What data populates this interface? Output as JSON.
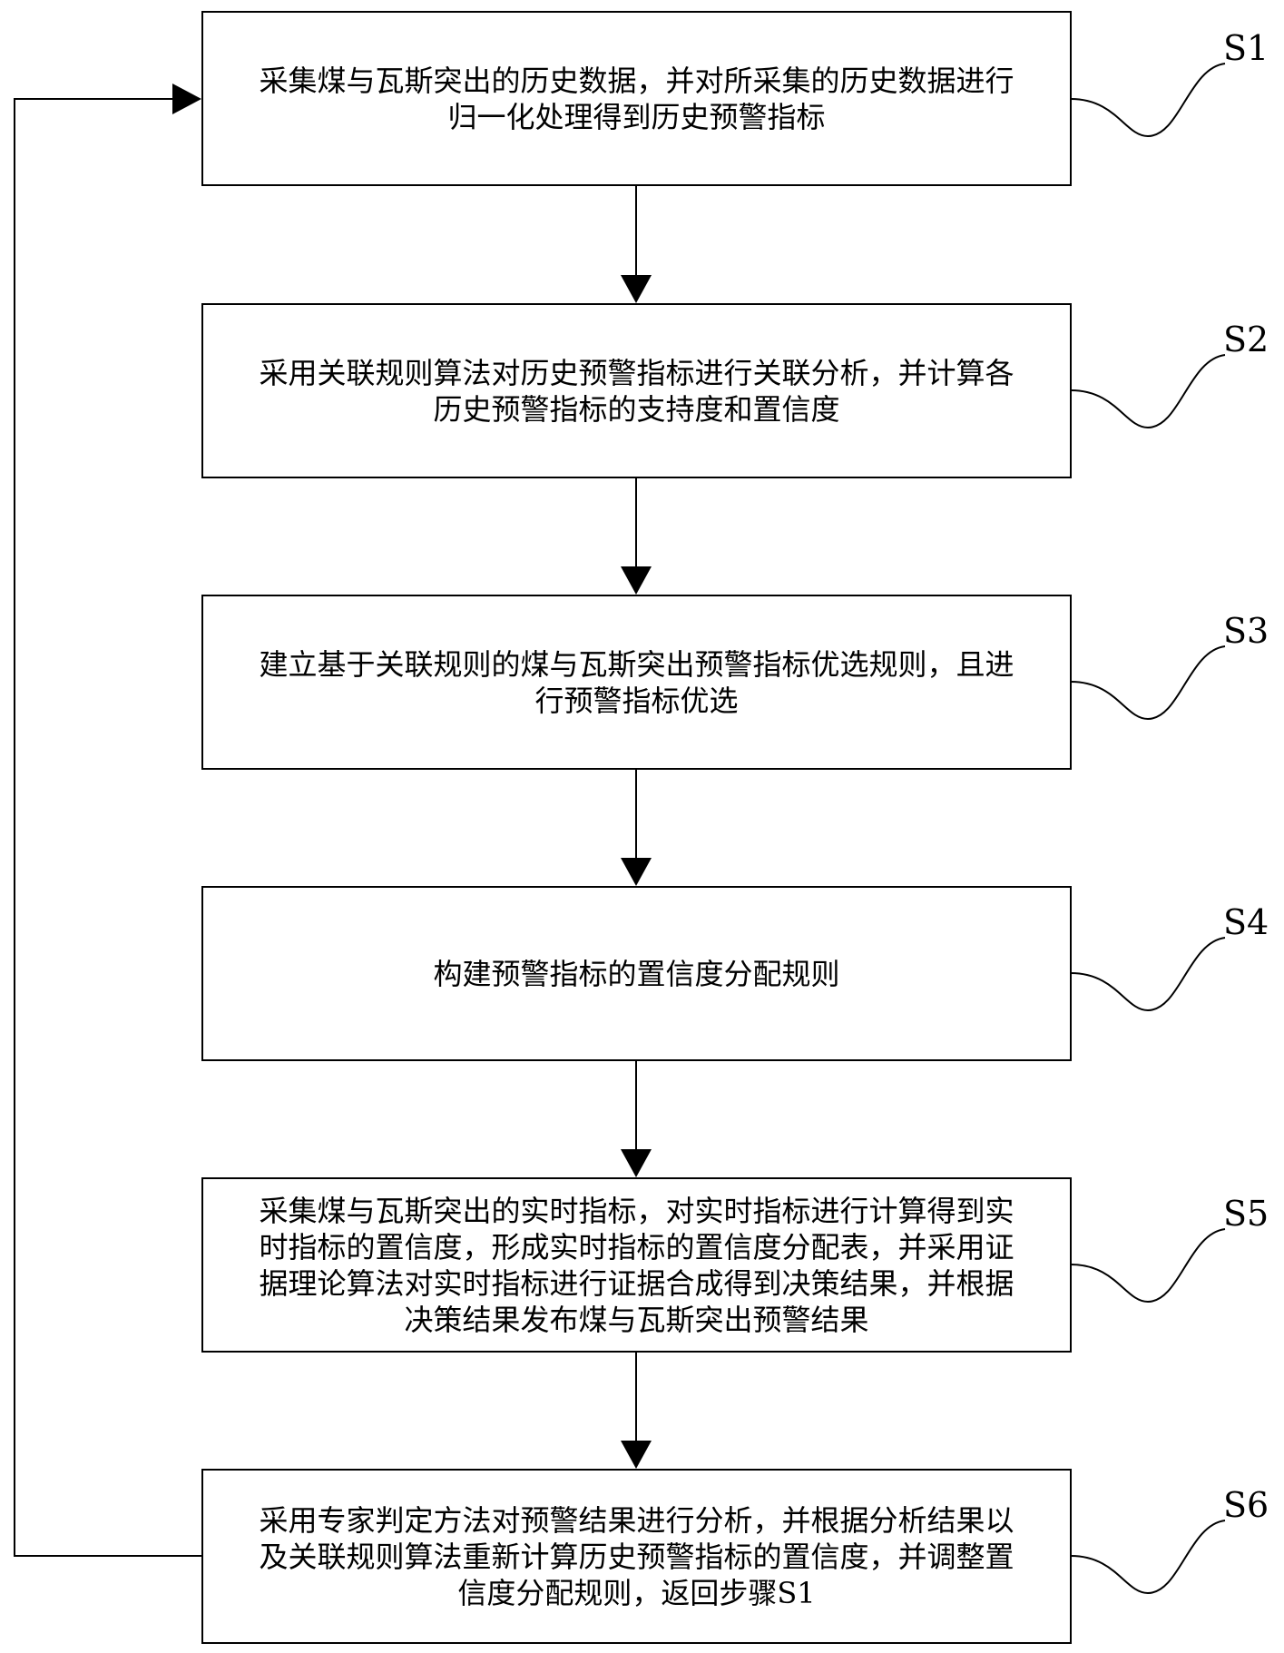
{
  "steps": [
    {
      "id": "S1",
      "text": "采集煤与瓦斯突出的历史数据，并对所采集的历史数据进行\n归一化处理得到历史预警指标"
    },
    {
      "id": "S2",
      "text": "采用关联规则算法对历史预警指标进行关联分析，并计算各\n历史预警指标的支持度和置信度"
    },
    {
      "id": "S3",
      "text": "建立基于关联规则的煤与瓦斯突出预警指标优选规则，且进\n行预警指标优选"
    },
    {
      "id": "S4",
      "text": "构建预警指标的置信度分配规则"
    },
    {
      "id": "S5",
      "text": "采集煤与瓦斯突出的实时指标，对实时指标进行计算得到实\n时指标的置信度，形成实时指标的置信度分配表，并采用证\n据理论算法对实时指标进行证据合成得到决策结果，并根据\n决策结果发布煤与瓦斯突出预警结果"
    },
    {
      "id": "S6",
      "text": "采用专家判定方法对预警结果进行分析，并根据分析结果以\n及关联规则算法重新计算历史预警指标的置信度，并调整置\n信度分配规则，返回步骤S1"
    }
  ]
}
